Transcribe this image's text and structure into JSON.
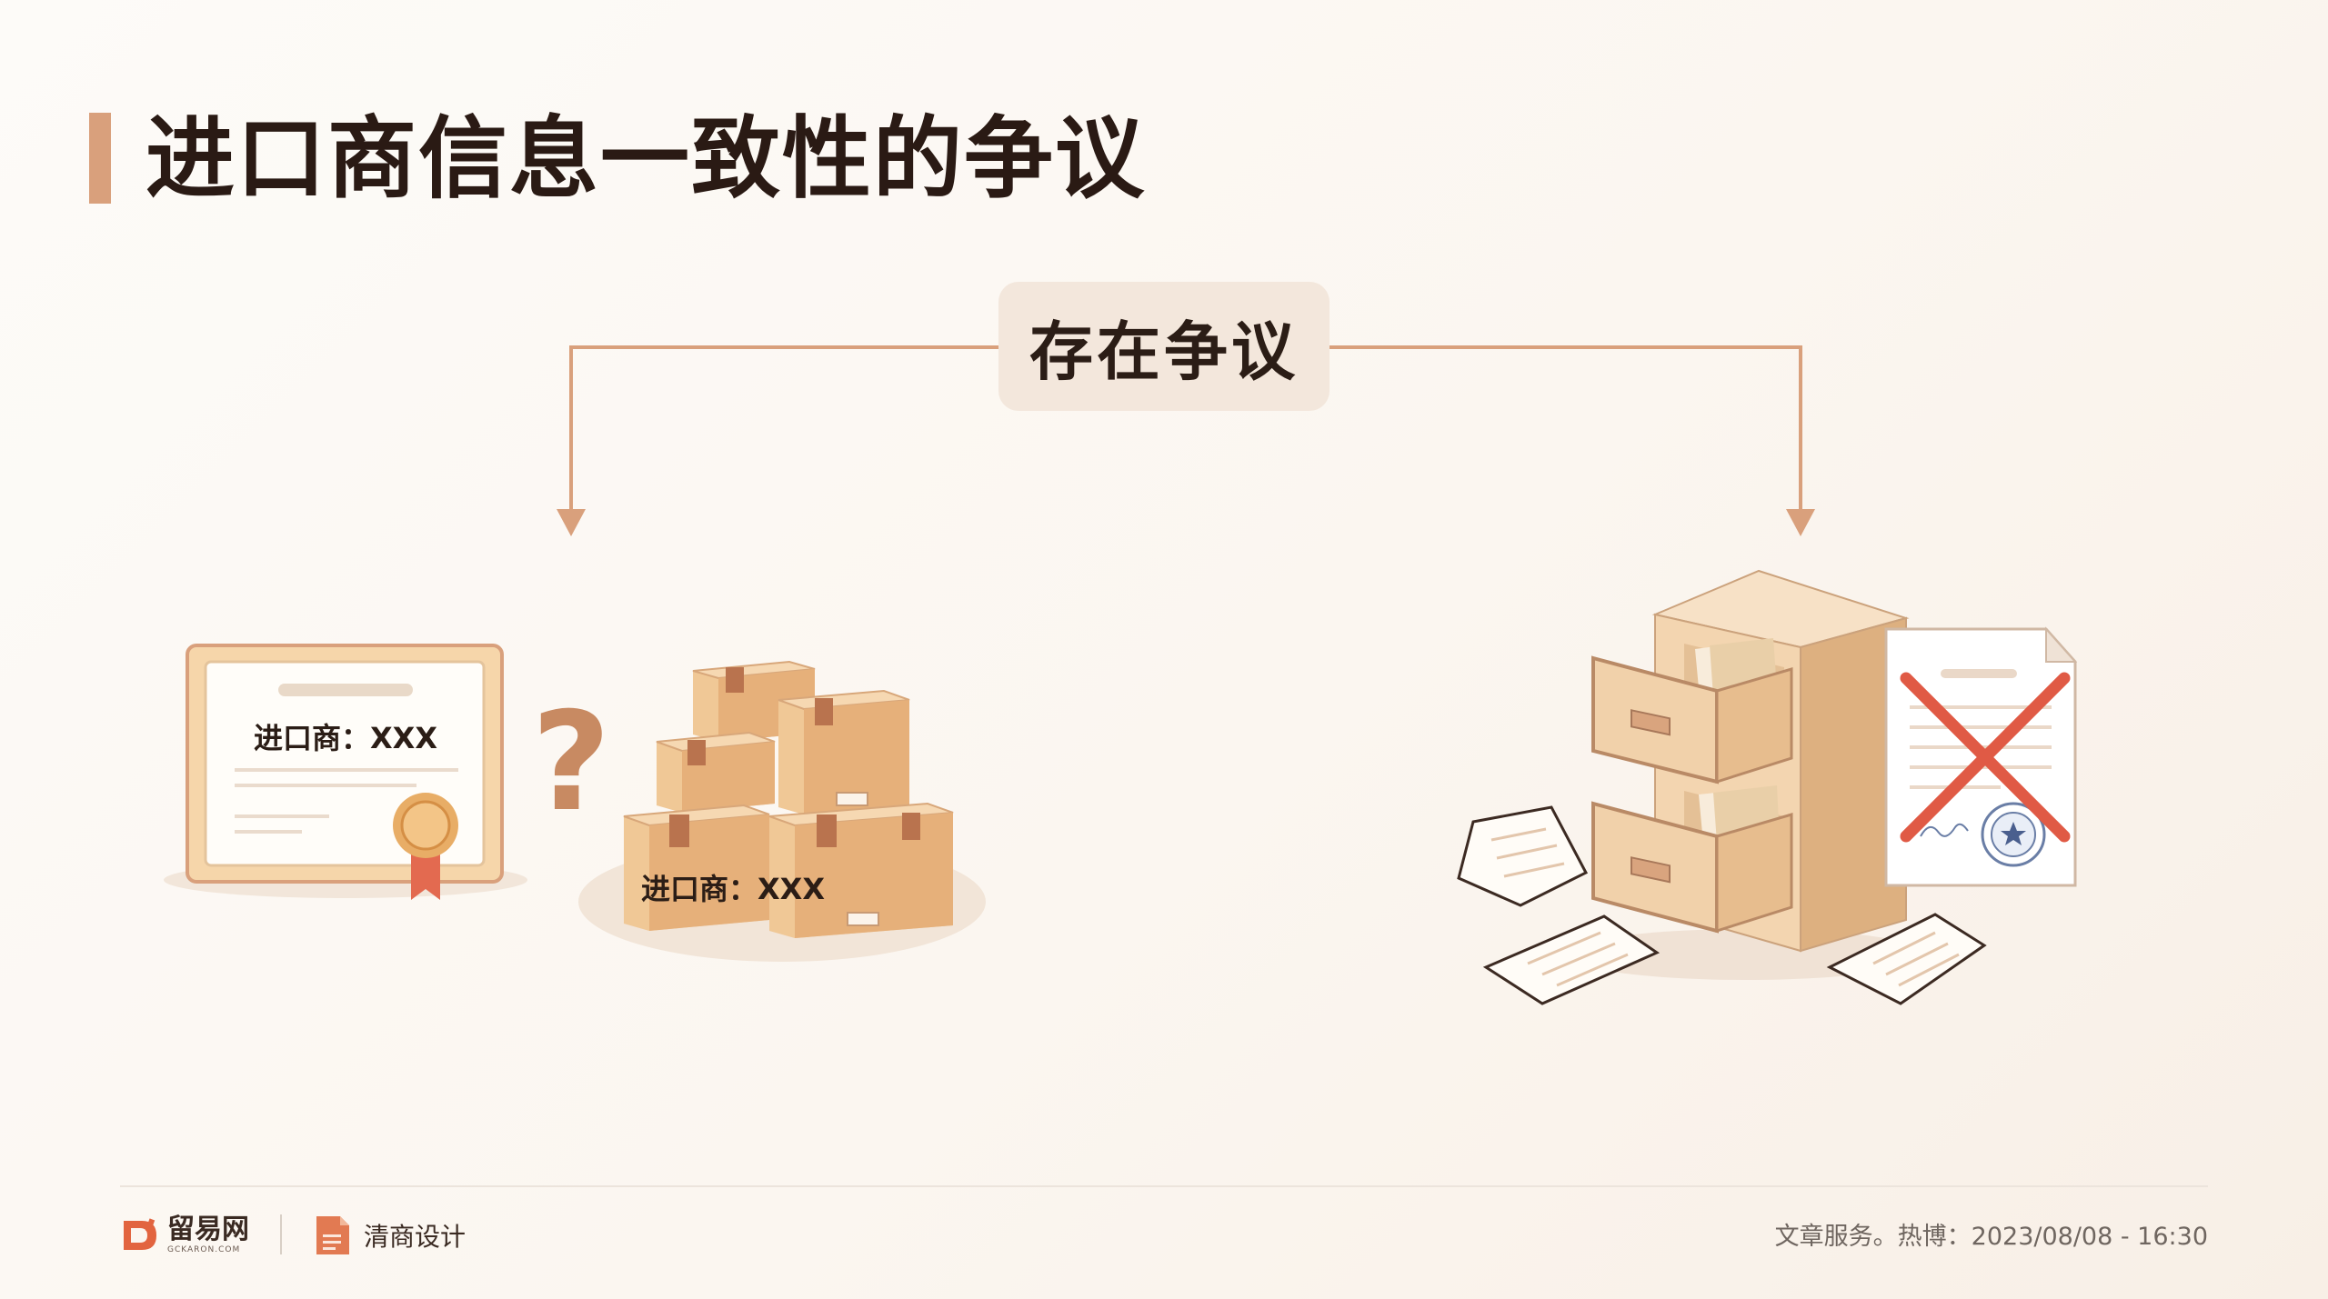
{
  "title": "进口商信息一致性的争议",
  "center_label": "存在争议",
  "certificate_label": "进口商：XXX",
  "question_mark": "?",
  "box_label": "进口商：XXX",
  "footer": {
    "brand1_name": "留易网",
    "brand1_sub": "GCKARON.COM",
    "brand2_name": "清商设计",
    "meta": "文章服务。热博：2023/08/08 - 16:30"
  },
  "colors": {
    "accent": "#d9a07c",
    "title": "#2a1a14",
    "cross": "#e05a45",
    "cardboard": "#efc28d"
  },
  "icons": [
    "certificate-icon",
    "question-icon",
    "boxes-icon",
    "filing-cabinet-icon",
    "rejected-document-icon",
    "papers-icon",
    "brand-logo-icon",
    "document-icon"
  ]
}
